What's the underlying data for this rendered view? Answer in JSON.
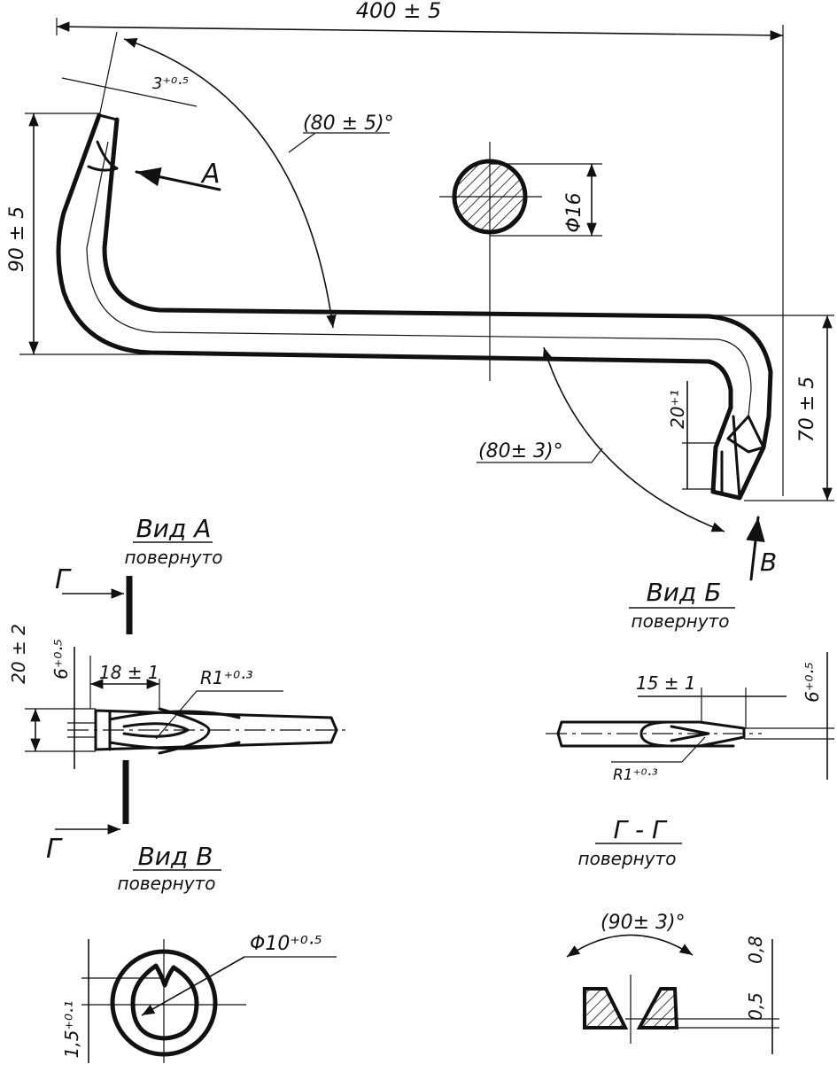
{
  "main_view": {
    "dim_length": "400 ± 5",
    "dim_tip_width": "3⁺⁰·⁵",
    "dim_angle_top": "(80 ± 5)°",
    "dim_height_left": "90 ± 5",
    "dim_height_right": "70 ± 5",
    "dim_angle_bottom": "(80± 3)°",
    "dim_tip_length": "20⁺¹",
    "dim_section_dia": "Φ16",
    "view_arrow_a": "A",
    "view_arrow_b": "B"
  },
  "view_a": {
    "title": "Вид А",
    "subtitle": "повернуто",
    "section_mark_top": "Г",
    "section_mark_bottom": "Г",
    "dim_height": "20 ± 2",
    "dim_gap": "6⁺⁰·⁵",
    "dim_length": "18 ± 1",
    "dim_radius": "R1⁺⁰·³"
  },
  "view_b": {
    "title": "Вид Б",
    "subtitle": "повернуто",
    "dim_length": "15 ± 1",
    "dim_gap": "6⁺⁰·⁵",
    "dim_radius": "R1⁺⁰·³"
  },
  "view_v": {
    "title": "Вид В",
    "subtitle": "повернуто",
    "dim_dia": "Φ10⁺⁰·⁵",
    "dim_offset": "1,5⁺⁰·¹"
  },
  "section_g": {
    "title": "Г - Г",
    "subtitle": "повернуто",
    "dim_angle": "(90± 3)°",
    "dim_width": "0,8",
    "dim_depth": "0,5"
  }
}
